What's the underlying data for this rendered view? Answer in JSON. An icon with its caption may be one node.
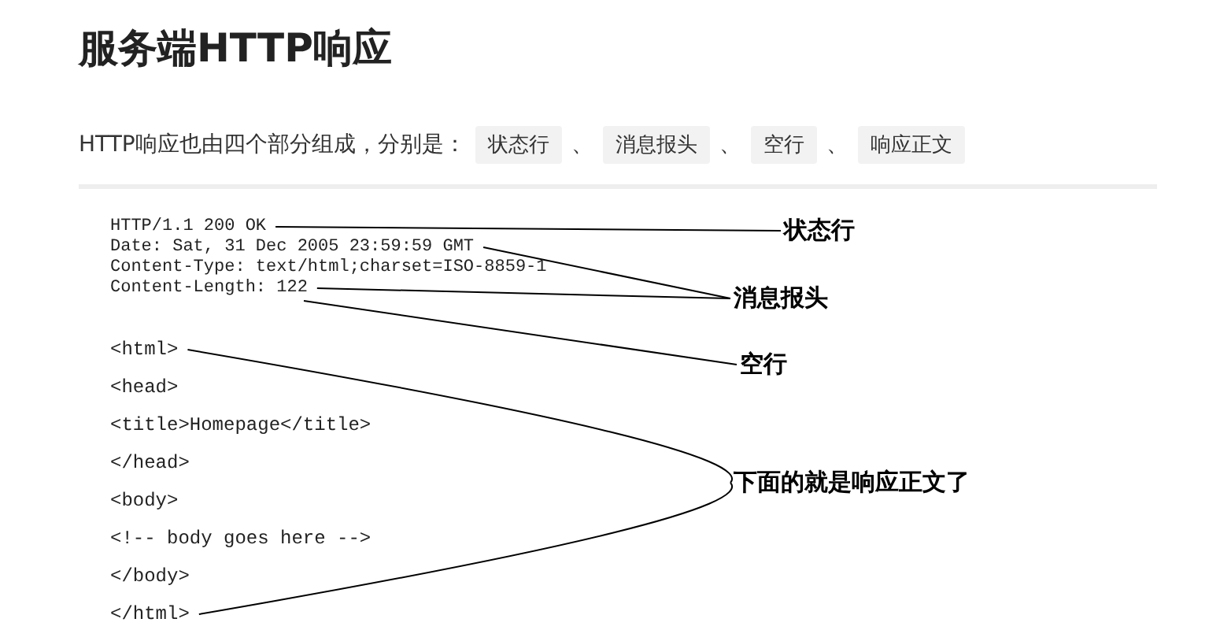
{
  "diagram": {
    "title": "服务端HTTP响应",
    "nodes": [
      {
        "text": [
          "HTTP/1.1 200 OK"
        ]
      },
      {
        "text": [
          "Date: Sat, 31 Dec 2005 23:59:59 GMT",
          "Content-Type: text/html;charset=ISO-8859-1",
          "Content-Length: 122"
        ]
      },
      {
        "text": [
          "<html>",
          "<head>",
          "<title>Homepage</title>",
          "</head>",
          "<body>",
          "<!-- body goes here -->",
          "</body>",
          "</html>"
        ]
      },
      {
        "text": [
          "状态行"
        ]
      },
      {
        "text": [
          "消息报头"
        ]
      },
      {
        "text": [
          "空行"
        ]
      },
      {
        "text": [
          "下面的就是响应正文了"
        ]
      }
    ],
    "edges": [
      {
        "from": 3,
        "to": 0,
        "arrow": "none"
      },
      {
        "from": 4,
        "to": 1,
        "arrow": "none"
      },
      {
        "from": 4,
        "to": 1,
        "arrow": "none"
      },
      {
        "from": 5,
        "to": 1,
        "arrow": "none"
      },
      {
        "from": 6,
        "to": 2,
        "arrow": "none"
      },
      {
        "from": 6,
        "to": 2,
        "arrow": "none"
      }
    ],
    "labels": [
      "HTTP响应也由四个部分组成，分别是：",
      "状态行",
      "、",
      "消息报头",
      "、",
      "空行",
      "、",
      "响应正文"
    ]
  }
}
